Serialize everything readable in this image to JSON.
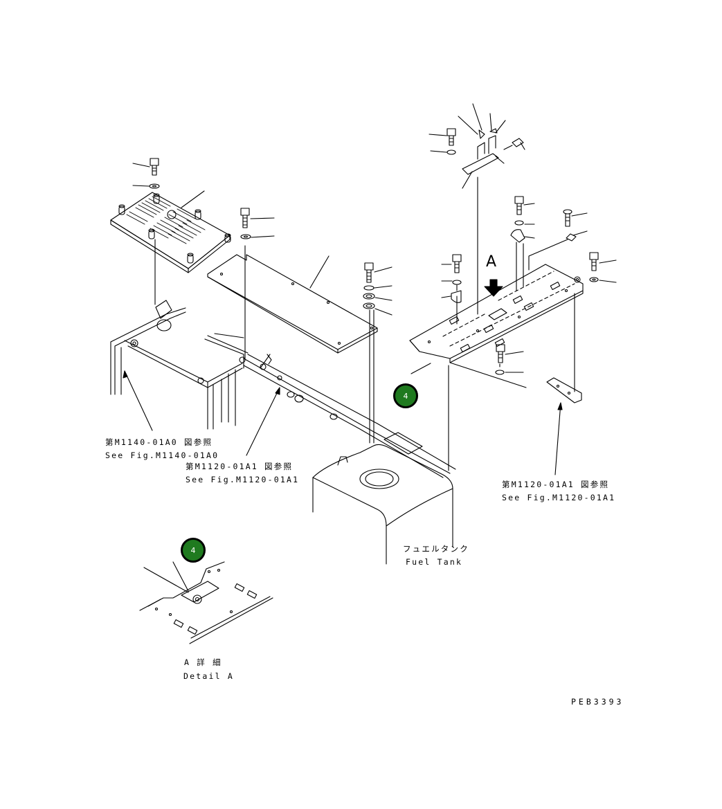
{
  "labels": {
    "ref1_jp": "第M1140-01A0 図参照",
    "ref1_en": "See Fig.M1140-01A0",
    "ref2_jp": "第M1120-01A1 図参照",
    "ref2_en": "See Fig.M1120-01A1",
    "ref3_jp": "第M1120-01A1 図参照",
    "ref3_en": "See Fig.M1120-01A1",
    "fuel_jp": "フュエルタンク",
    "fuel_en": "Fuel Tank",
    "view_letter": "A",
    "detail_jp": "A 詳 細",
    "detail_en": "Detail A",
    "drawing_code": "PEB3393"
  },
  "callouts": [
    {
      "number": "4",
      "color": "#1f7a1f"
    },
    {
      "number": "4",
      "color": "#1f7a1f"
    }
  ]
}
